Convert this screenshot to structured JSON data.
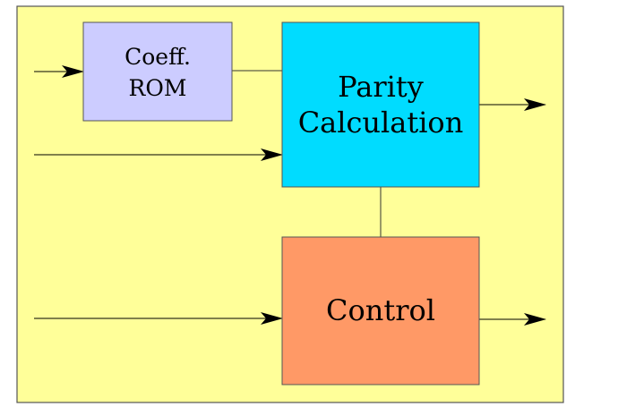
{
  "colors": {
    "background": "#FFFF99",
    "coeff_rom": "#CCCCFF",
    "parity_calculation": "#00DCFF",
    "control": "#FF9966",
    "border": "#555555",
    "connector": "#333333"
  },
  "blocks": {
    "coeff_rom": {
      "line1": "Coeff.",
      "line2": "ROM"
    },
    "parity_calculation": {
      "line1": "Parity",
      "line2": "Calculation"
    },
    "control": {
      "label": "Control"
    }
  }
}
